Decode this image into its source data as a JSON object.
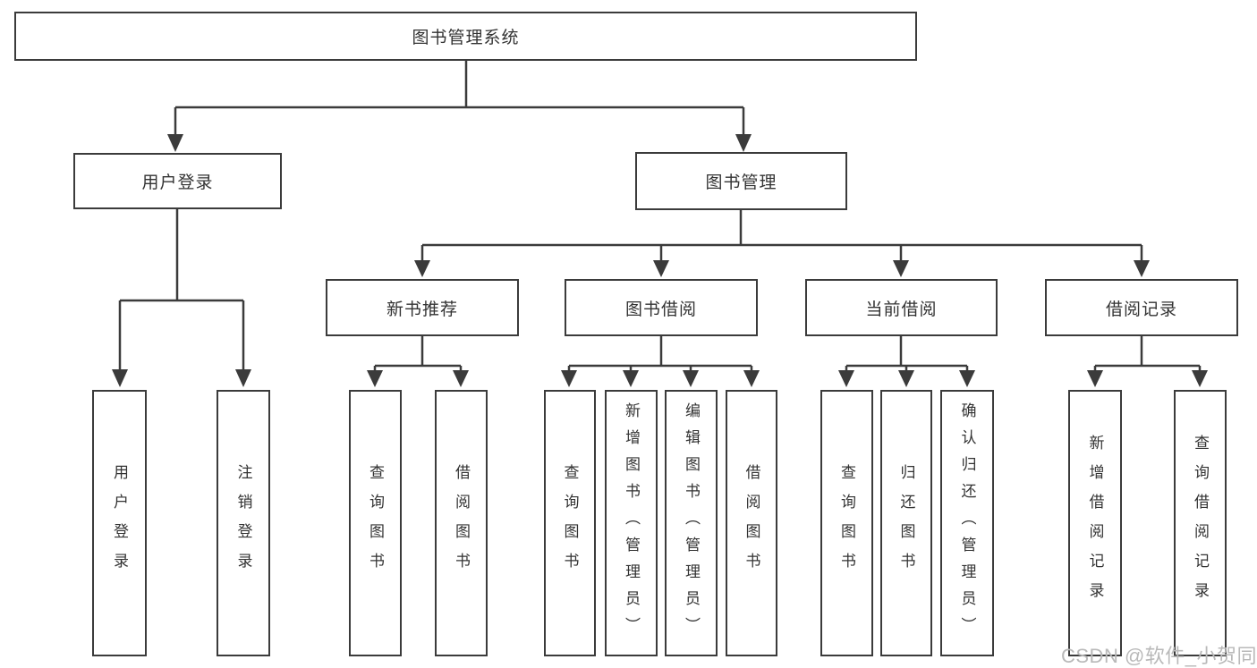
{
  "diagram": {
    "root": {
      "label": "图书管理系统"
    },
    "branches": [
      {
        "label": "用户登录",
        "children": [
          {
            "label": "用户登录"
          },
          {
            "label": "注销登录"
          }
        ]
      },
      {
        "label": "图书管理",
        "children": [
          {
            "label": "新书推荐",
            "children": [
              {
                "label": "查询图书"
              },
              {
                "label": "借阅图书"
              }
            ]
          },
          {
            "label": "图书借阅",
            "children": [
              {
                "label": "查询图书"
              },
              {
                "label": "新增图书（管理员）"
              },
              {
                "label": "编辑图书（管理员）"
              },
              {
                "label": "借阅图书"
              }
            ]
          },
          {
            "label": "当前借阅",
            "children": [
              {
                "label": "查询图书"
              },
              {
                "label": "归还图书"
              },
              {
                "label": "确认归还（管理员）"
              }
            ]
          },
          {
            "label": "借阅记录",
            "children": [
              {
                "label": "新增借阅记录"
              },
              {
                "label": "查询借阅记录"
              }
            ]
          }
        ]
      }
    ]
  },
  "watermark": {
    "text": "CSDN @软件_小贺同学"
  },
  "colors": {
    "line": "#3b3b3b",
    "box_border": "#3b3b3b",
    "box_fill": "#ffffff",
    "text": "#333333",
    "watermark": "#b9b9b9",
    "background": "#ffffff"
  }
}
